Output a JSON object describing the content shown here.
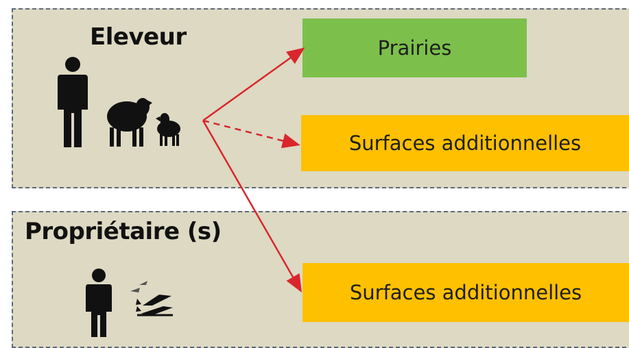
{
  "eleveur": {
    "label": "Eleveur",
    "icons": [
      "person-icon",
      "sheep-icon",
      "lamb-icon"
    ]
  },
  "proprietaire": {
    "label": "Propriétaire (s)",
    "icons": [
      "person-icon",
      "crop-land-icon"
    ]
  },
  "boxes": {
    "prairies": "Prairies",
    "surfaces_1": "Surfaces additionnelles",
    "surfaces_2": "Surfaces additionnelles"
  },
  "arrows": [
    {
      "from": "eleveur",
      "to": "prairies",
      "style": "solid"
    },
    {
      "from": "eleveur",
      "to": "surfaces_1",
      "style": "dashed"
    },
    {
      "from": "eleveur",
      "to": "surfaces_2",
      "style": "solid"
    }
  ],
  "colors": {
    "panel_background": "#ddd9c3",
    "panel_border": "#5a6a7a",
    "prairies_fill": "#7cc04b",
    "surfaces_fill": "#ffc000",
    "arrow": "#d9262c"
  }
}
